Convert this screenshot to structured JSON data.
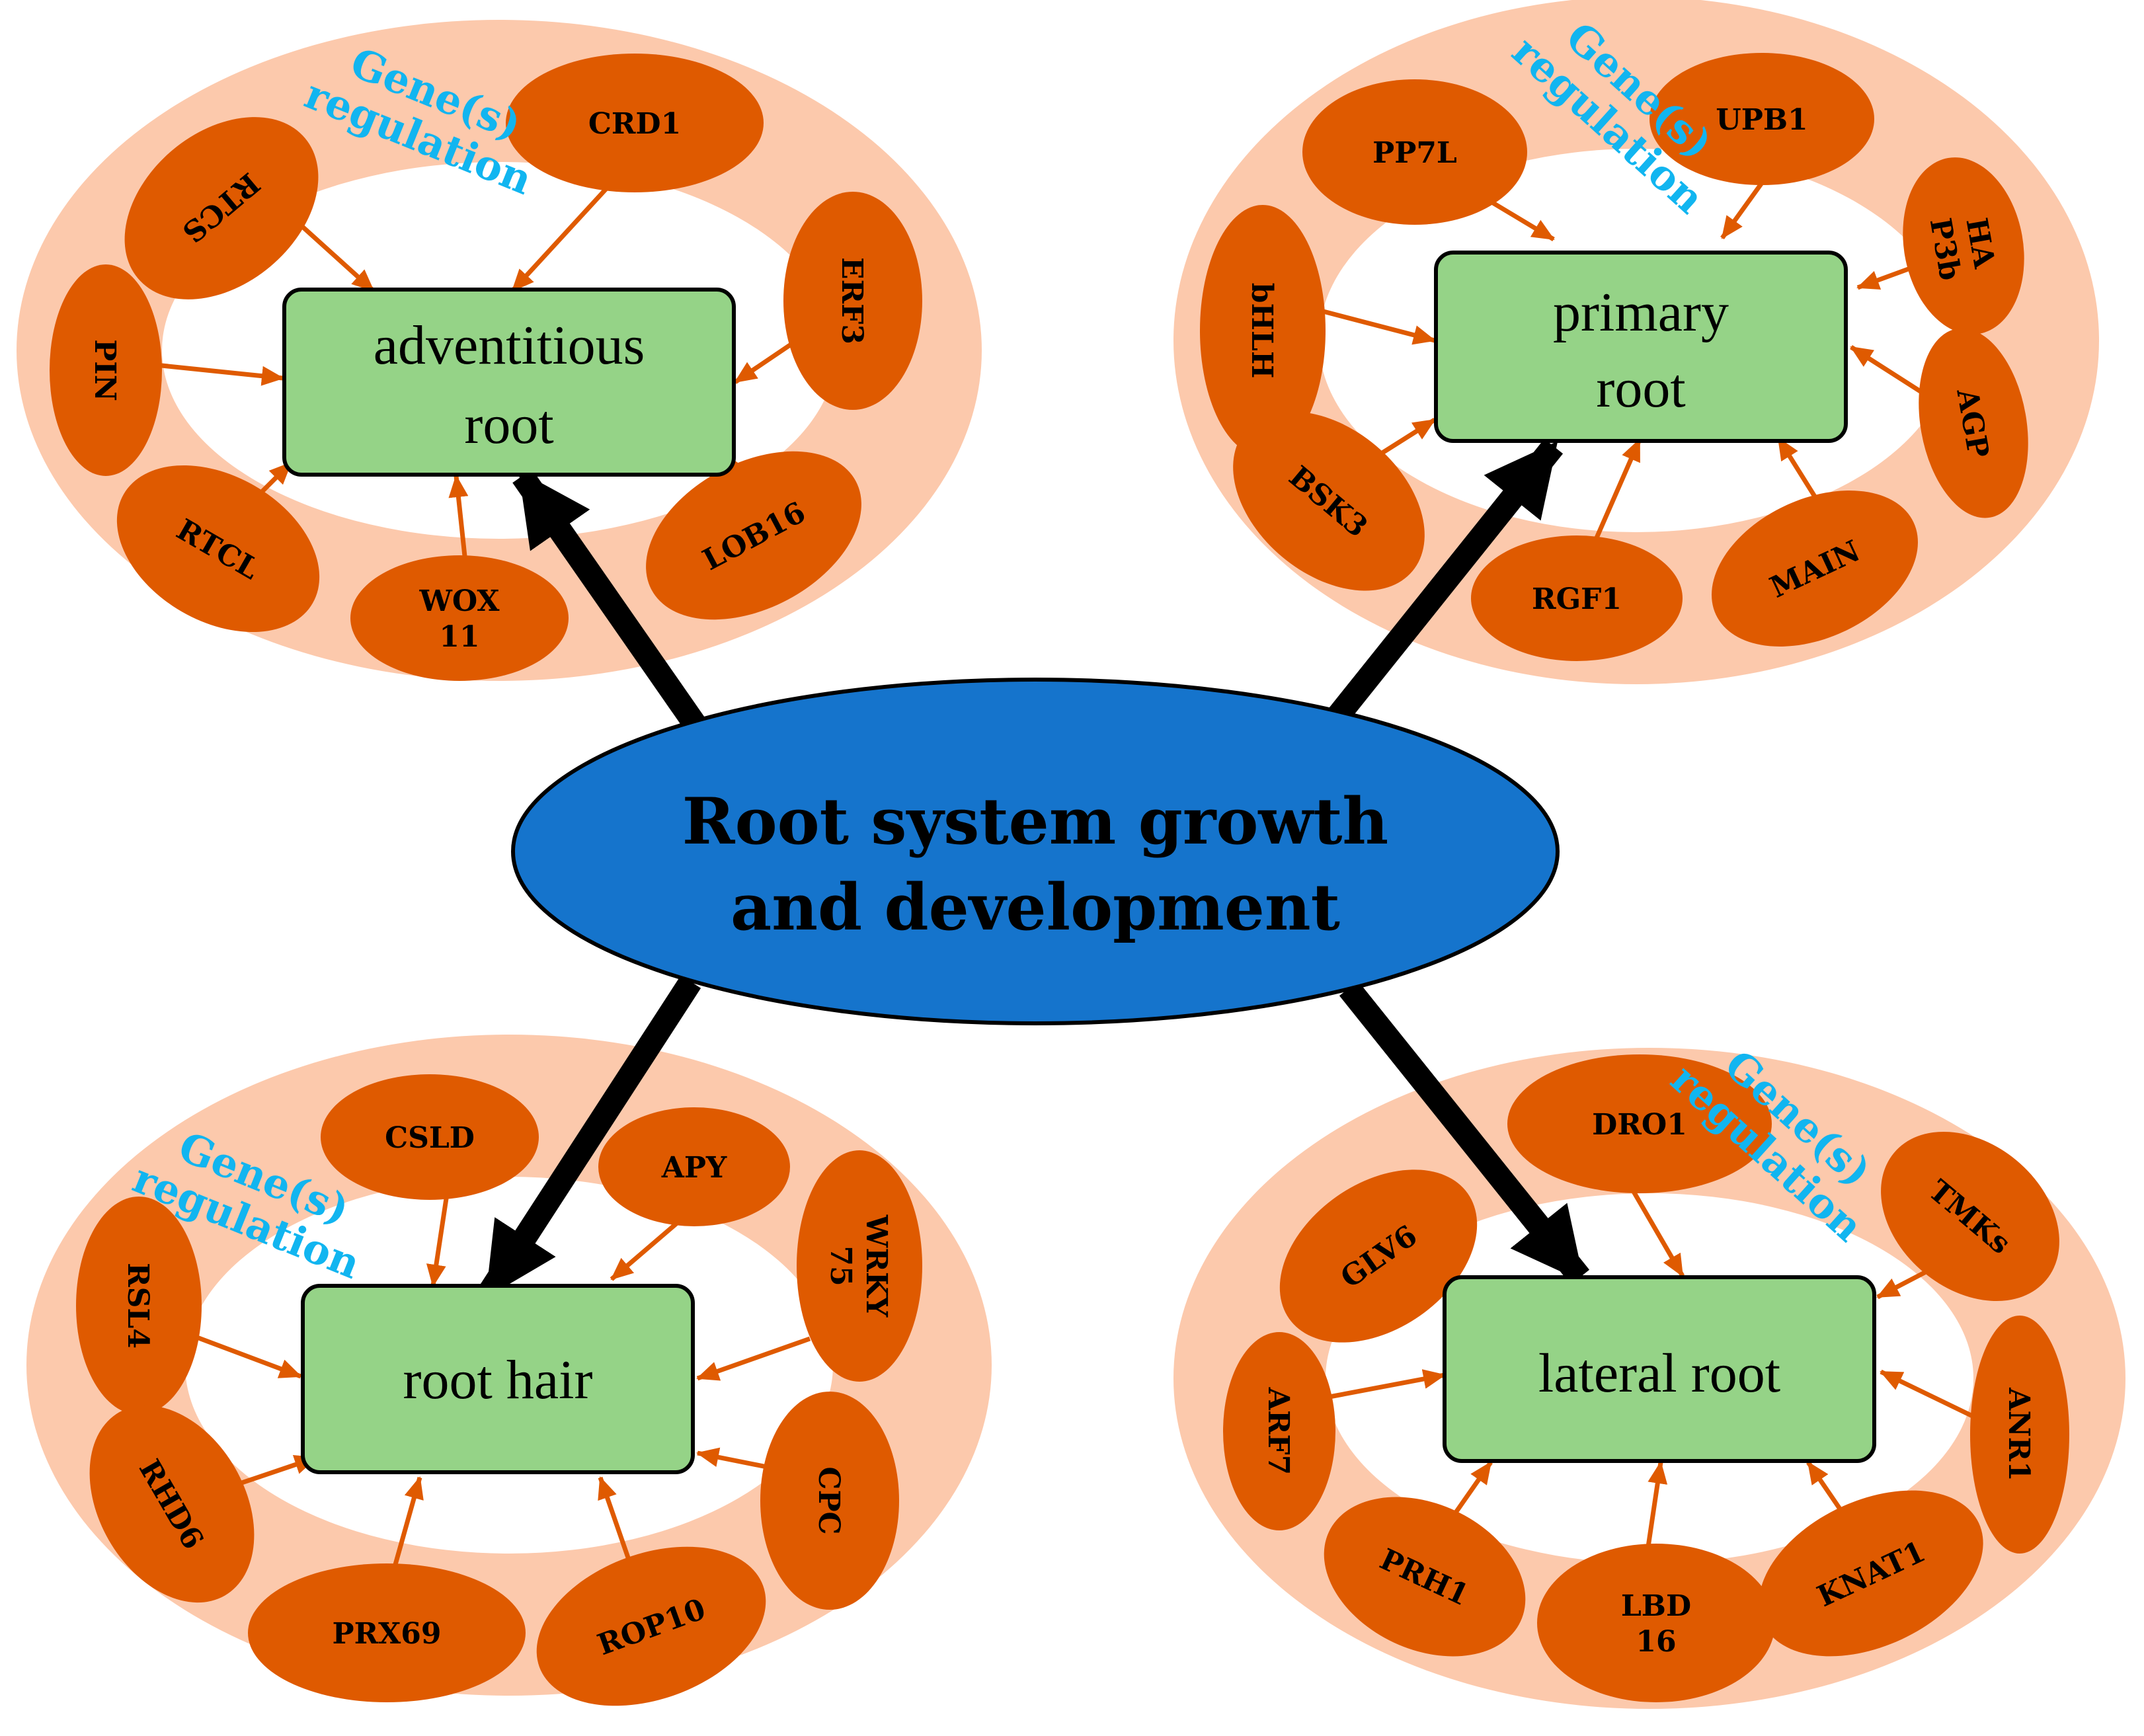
{
  "center": {
    "lines": [
      "Root system growth",
      "and development"
    ]
  },
  "regulation": {
    "lines": [
      "Gene(s)",
      "regulation"
    ]
  },
  "panels": {
    "adventitious": {
      "box_lines": [
        "adventitious",
        "root"
      ],
      "genes": [
        [
          "CRD1"
        ],
        [
          "RTCS"
        ],
        [
          "ERF3"
        ],
        [
          "PIN"
        ],
        [
          "RTCL"
        ],
        [
          "WOX",
          "11"
        ],
        [
          "LOB16"
        ]
      ]
    },
    "primary": {
      "box_lines": [
        "primary",
        "root"
      ],
      "genes": [
        [
          "UPB1"
        ],
        [
          "PP7L"
        ],
        [
          "HA",
          "P3b"
        ],
        [
          "bHLH"
        ],
        [
          "AGP"
        ],
        [
          "BSK3"
        ],
        [
          "RGF1"
        ],
        [
          "MAIN"
        ]
      ]
    },
    "hair": {
      "box_lines": [
        "root hair"
      ],
      "genes": [
        [
          "CSLD"
        ],
        [
          "APY"
        ],
        [
          "RSL4"
        ],
        [
          "WRKY",
          "75"
        ],
        [
          "RHD6"
        ],
        [
          "CPC"
        ],
        [
          "PRX69"
        ],
        [
          "ROP10"
        ]
      ]
    },
    "lateral": {
      "box_lines": [
        "lateral root"
      ],
      "genes": [
        [
          "DRO1"
        ],
        [
          "GLV6"
        ],
        [
          "TMKs"
        ],
        [
          "ARF7"
        ],
        [
          "ANR1"
        ],
        [
          "PRH1"
        ],
        [
          "LBD",
          "16"
        ],
        [
          "KNAT1"
        ]
      ]
    }
  }
}
